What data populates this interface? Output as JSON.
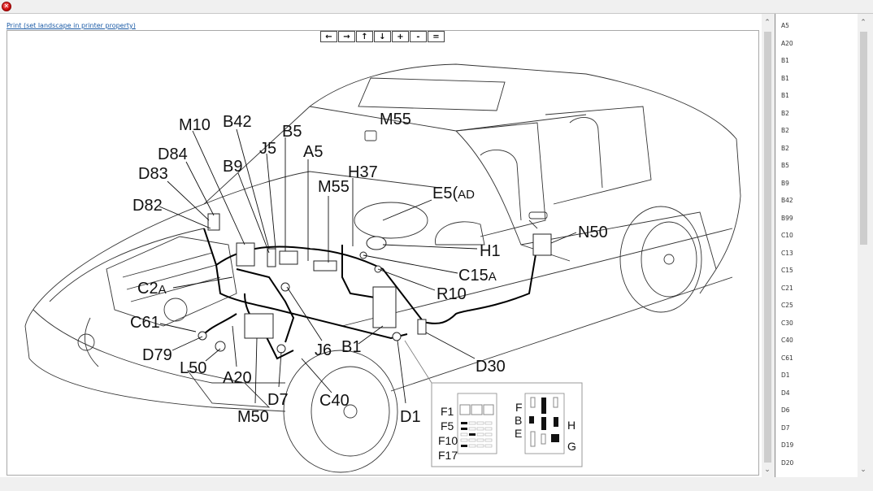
{
  "window": {
    "close_icon": "close-icon"
  },
  "toolbar": {
    "print_link": "Print (set landscape in printer property)",
    "nav_buttons": [
      {
        "name": "pan-left-button",
        "label": "🡐",
        "glyph": "←"
      },
      {
        "name": "pan-right-button",
        "label": "→",
        "glyph": "→"
      },
      {
        "name": "pan-up-button",
        "label": "↑",
        "glyph": "↑"
      },
      {
        "name": "pan-down-button",
        "label": "↓",
        "glyph": "↓"
      },
      {
        "name": "zoom-in-button",
        "label": "+",
        "glyph": "+"
      },
      {
        "name": "zoom-out-button",
        "label": "-",
        "glyph": "-"
      },
      {
        "name": "reset-zoom-button",
        "label": "=",
        "glyph": "="
      }
    ]
  },
  "diagram": {
    "labels": {
      "M10": "M10",
      "B42": "B42",
      "B5": "B5",
      "M55_top": "M55",
      "J5": "J5",
      "A5": "A5",
      "D84": "D84",
      "B9": "B9",
      "H37": "H37",
      "D83": "D83",
      "M55": "M55",
      "E50": "E5(",
      "E50_suffix": "AD",
      "D82": "D82",
      "N50": "N50",
      "H1": "H1",
      "C15": "C15",
      "C15_suffix": "A",
      "C25": "C2",
      "C25_suffix": "A",
      "R10": "R10",
      "C61": "C61",
      "J6": "J6",
      "B1": "B1",
      "D30": "D30",
      "D79": "D79",
      "L50": "L50",
      "A20": "A20",
      "C40": "C40",
      "D7": "D7",
      "D1": "D1",
      "M50": "M50"
    },
    "fusebox_labels": [
      "F1",
      "F5",
      "F10",
      "F17"
    ],
    "relay_labels": [
      "F",
      "B",
      "E",
      "H",
      "G"
    ]
  },
  "component_list": {
    "items": [
      "A5",
      "A20",
      "B1",
      "B1",
      "B1",
      "B2",
      "B2",
      "B2",
      "B5",
      "B9",
      "B42",
      "B99",
      "C10",
      "C13",
      "C15",
      "C21",
      "C25",
      "C30",
      "C40",
      "C61",
      "D1",
      "D4",
      "D6",
      "D7",
      "D19",
      "D20"
    ]
  },
  "scroll": {
    "up_arrow": "⌃",
    "down_arrow": "⌄"
  }
}
